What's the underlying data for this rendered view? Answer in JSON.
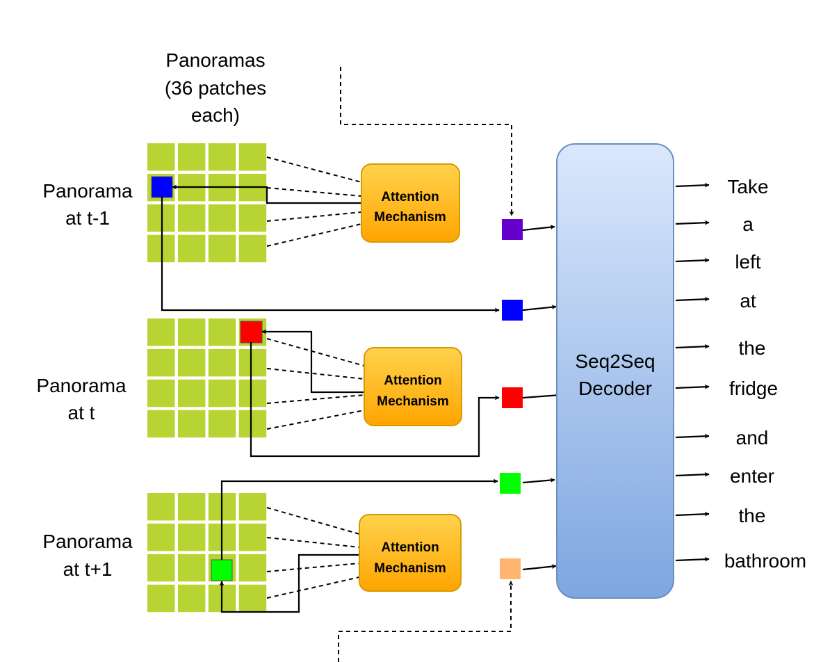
{
  "panoramas_title": [
    "Panoramas",
    "(36 patches",
    "each)"
  ],
  "panoramas": [
    {
      "label": [
        "Panorama",
        "at t-1"
      ],
      "highlight_color": "#0000ff"
    },
    {
      "label": [
        "Panorama",
        "at t"
      ],
      "highlight_color": "#ff0000"
    },
    {
      "label": [
        "Panorama",
        "at t+1"
      ],
      "highlight_color": "#00ff00"
    }
  ],
  "attention_label": [
    "Attention",
    "Mechanism"
  ],
  "decoder_label": [
    "Seq2Seq",
    "Decoder"
  ],
  "output_words": [
    "Take",
    "a",
    "left",
    "at",
    "the",
    "fridge",
    "and",
    "enter",
    "the",
    "bathroom"
  ],
  "input_square_colors": [
    "#6600cc",
    "#0000ff",
    "#ff0000",
    "#00ff00",
    "#ffb570"
  ],
  "colors": {
    "patch": "#b8d432",
    "attention_fill_top": "#ffd24d",
    "attention_fill_bottom": "#ffa500",
    "attention_border": "#d79b00",
    "decoder_fill_top": "#dae8fc",
    "decoder_fill_bottom": "#7ea6e0",
    "decoder_border": "#6c8ebf"
  }
}
